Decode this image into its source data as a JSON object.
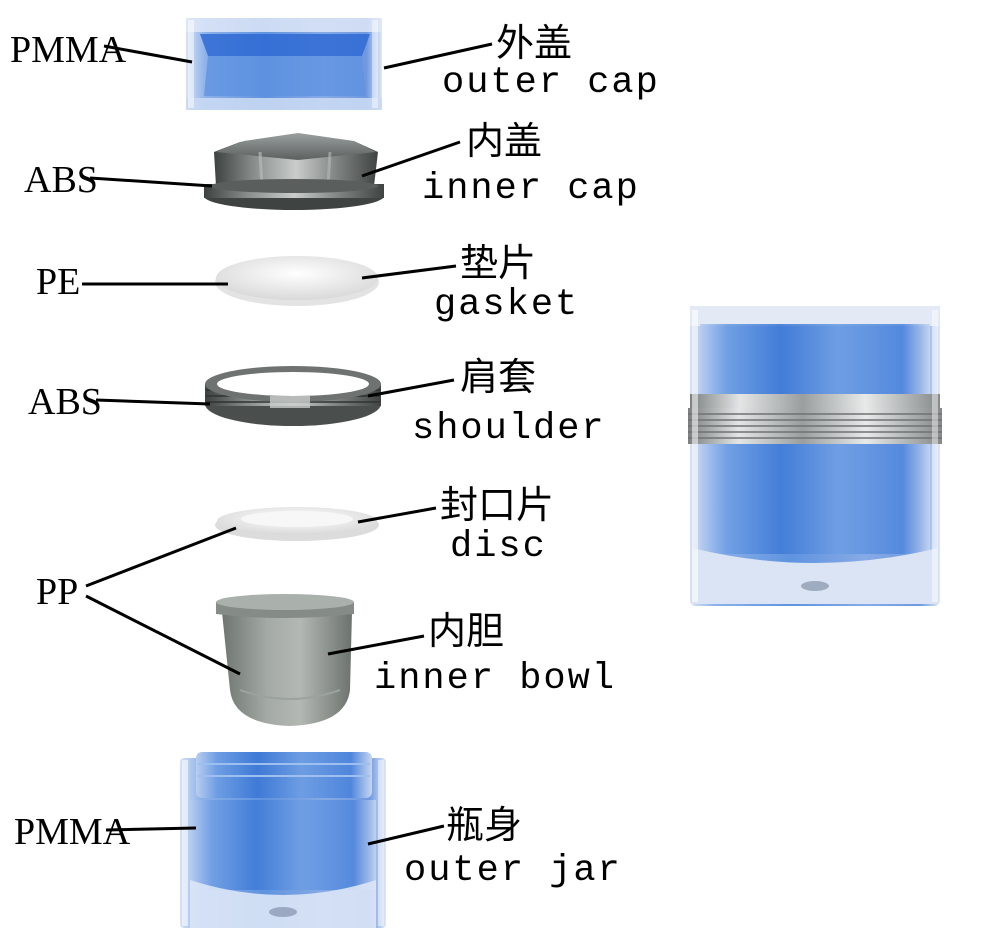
{
  "components": [
    {
      "id": "outer-cap",
      "material": "PMMA",
      "name_cn": "外盖",
      "name_en": "outer cap"
    },
    {
      "id": "inner-cap",
      "material": "ABS",
      "name_cn": "内盖",
      "name_en": "inner cap"
    },
    {
      "id": "gasket",
      "material": "PE",
      "name_cn": "垫片",
      "name_en": "gasket"
    },
    {
      "id": "shoulder",
      "material": "ABS",
      "name_cn": "肩套",
      "name_en": "shoulder"
    },
    {
      "id": "disc",
      "material": "",
      "name_cn": "封口片",
      "name_en": "disc"
    },
    {
      "id": "inner-bowl",
      "material": "",
      "name_cn": "内胆",
      "name_en": "inner bowl"
    },
    {
      "id": "outer-jar",
      "material": "PMMA",
      "name_cn": "瓶身",
      "name_en": "outer jar"
    }
  ],
  "shared_material": {
    "label": "PP",
    "applies_to": [
      "disc",
      "inner-bowl"
    ]
  },
  "colors": {
    "acrylic_blue": "#6a9be0",
    "metal_gray": "#6e7372",
    "white_part": "#f1f1f1",
    "bowl_gray": "#8f9590"
  }
}
